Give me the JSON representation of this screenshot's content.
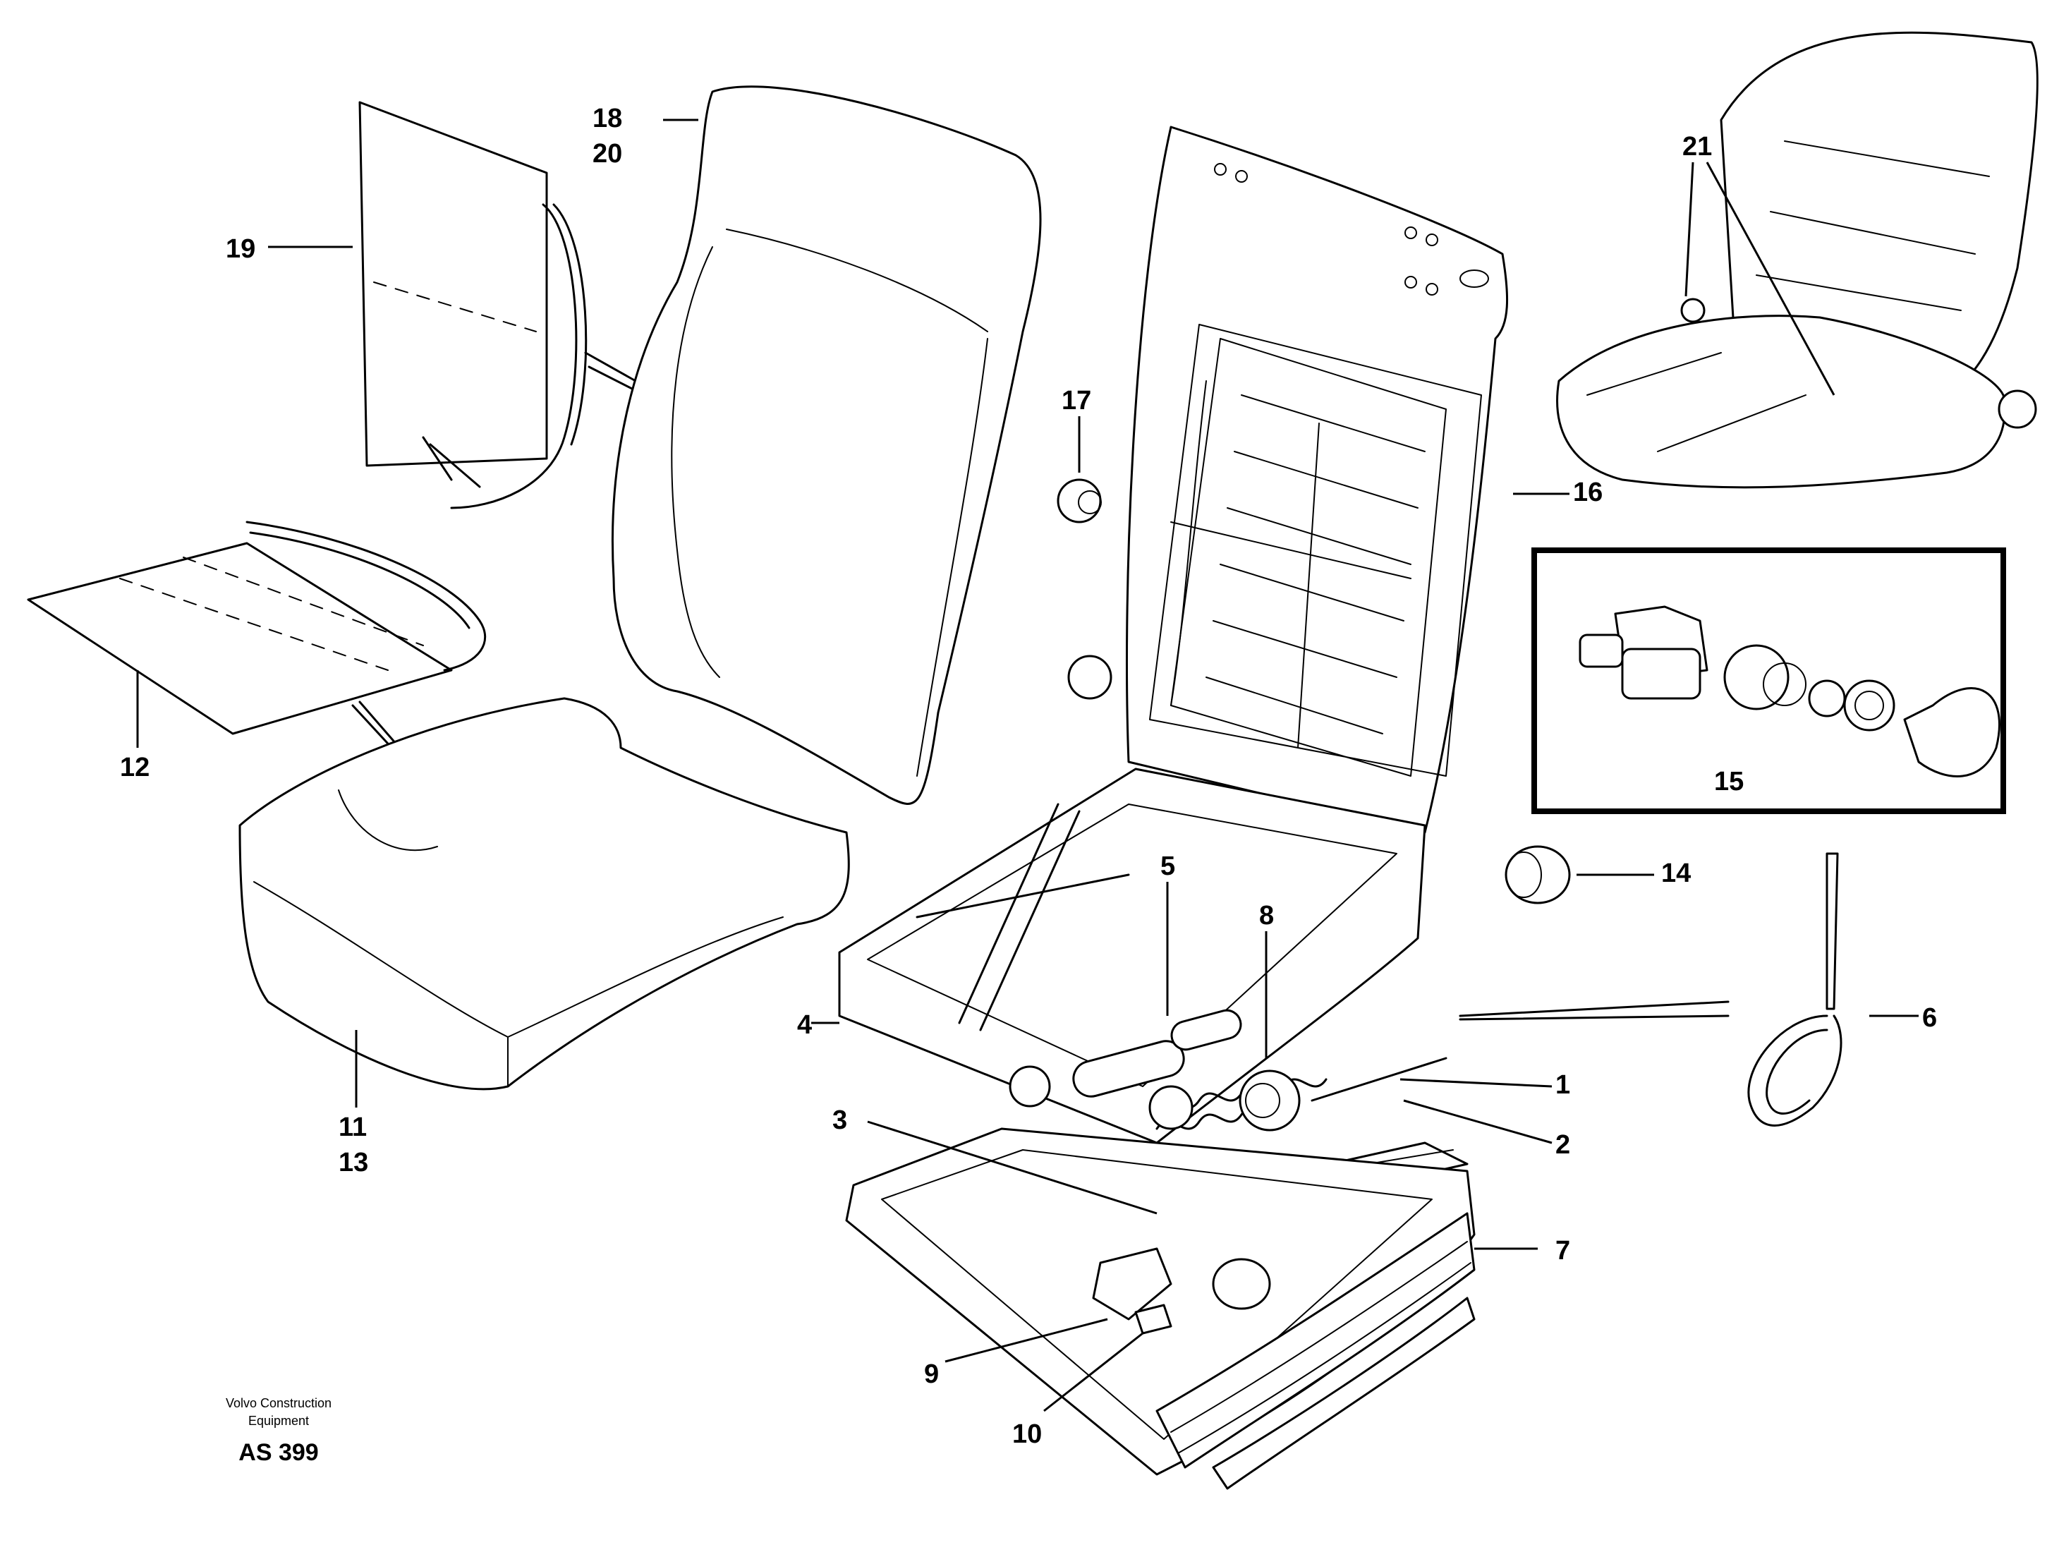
{
  "callouts": {
    "c1": "1",
    "c2": "2",
    "c3": "3",
    "c4": "4",
    "c5": "5",
    "c6": "6",
    "c7": "7",
    "c8": "8",
    "c9": "9",
    "c10": "10",
    "c11": "11",
    "c12": "12",
    "c13": "13",
    "c14": "14",
    "c15": "15",
    "c16": "16",
    "c17": "17",
    "c18": "18",
    "c19": "19",
    "c20": "20",
    "c21": "21"
  },
  "footer": {
    "brand_line1": "Volvo Construction",
    "brand_line2": "Equipment",
    "drawing_code": "AS 399"
  }
}
